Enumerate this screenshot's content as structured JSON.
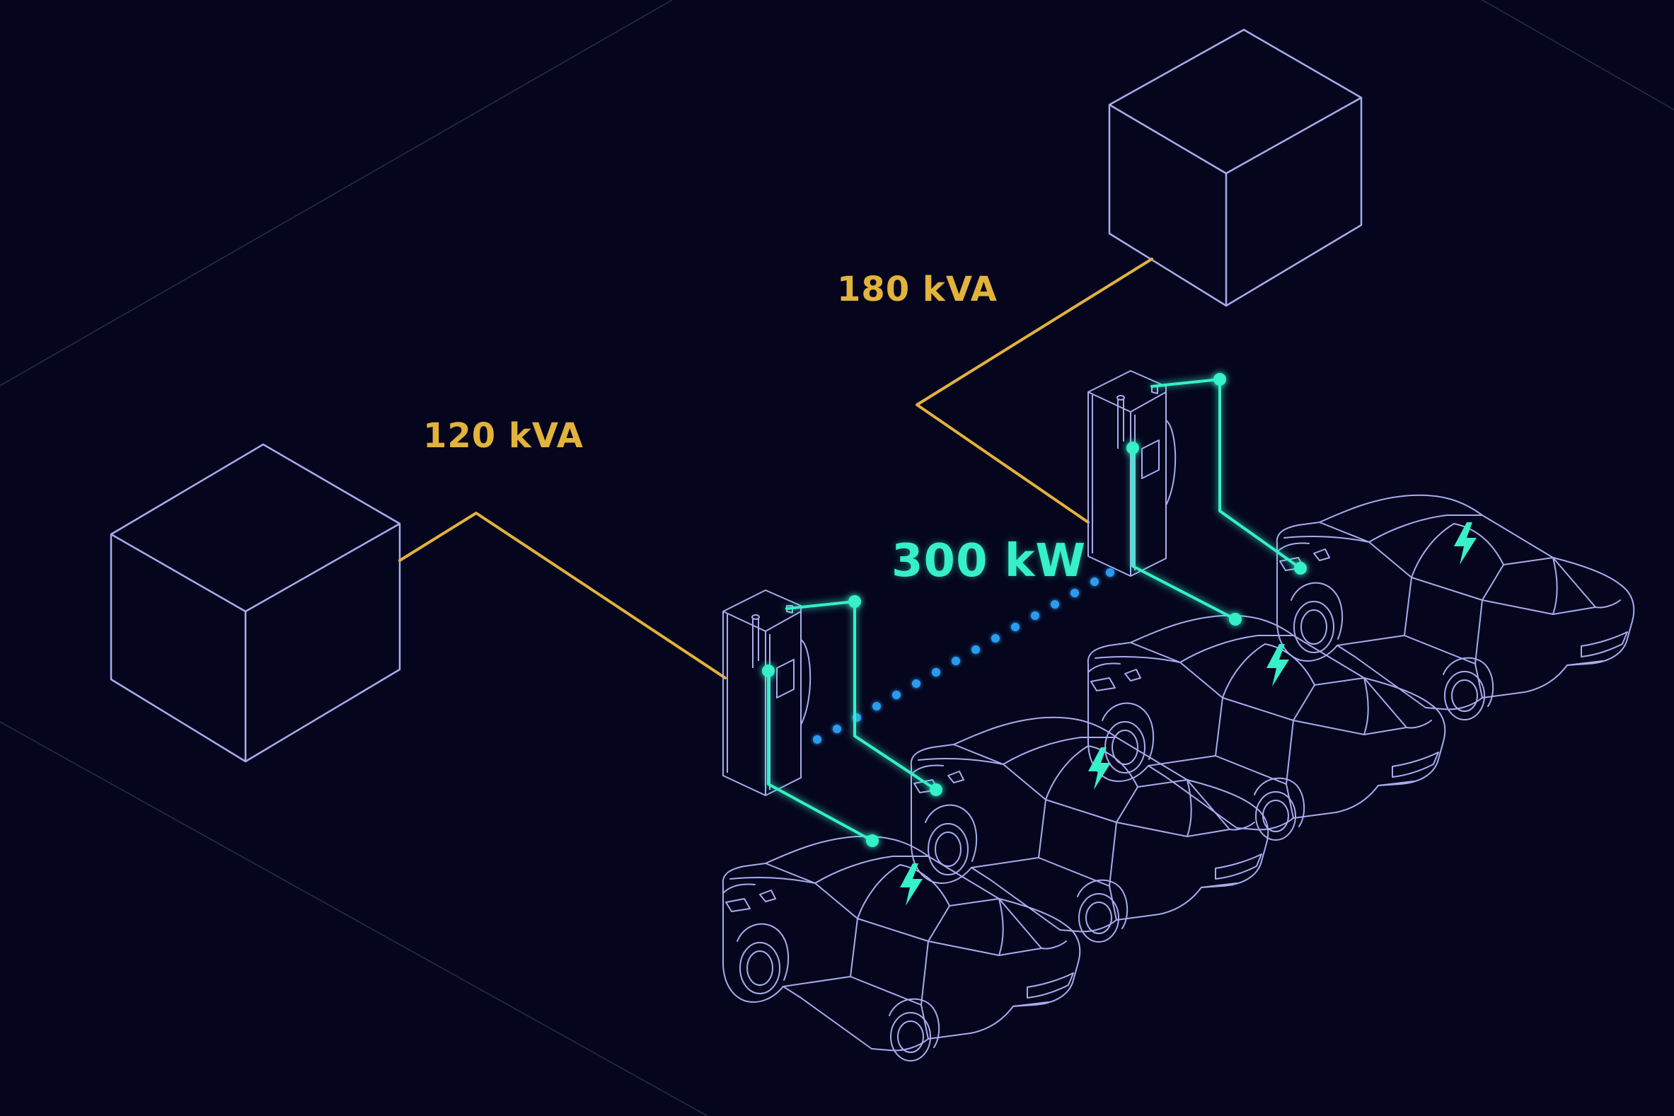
{
  "labels": {
    "left_supply": "120 kVA",
    "right_supply": "180 kVA",
    "linked_output": "300 kW"
  },
  "colors": {
    "background": "#05061e",
    "outline": "#a8acec",
    "supply_line": "#e2b33b",
    "charge_line": "#35f0c8",
    "link_dots": "#2a9cf0",
    "grid_line": "#2a2c48"
  },
  "icons": {
    "charging_bolt": "lightning-bolt-icon"
  }
}
